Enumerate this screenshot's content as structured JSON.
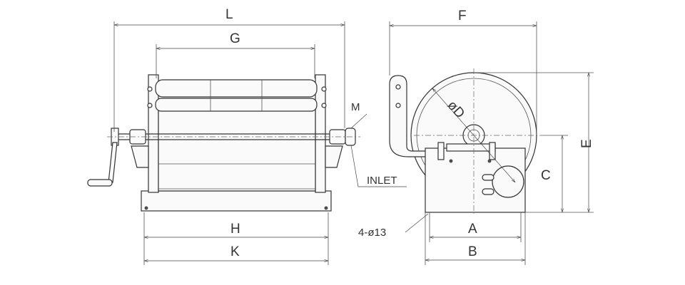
{
  "labels": {
    "L": "L",
    "G": "G",
    "H": "H",
    "K": "K",
    "M": "M",
    "inlet": "INLET",
    "F": "F",
    "D": "øD",
    "C": "C",
    "E": "E",
    "A": "A",
    "B": "B",
    "holes": "4-ø13"
  }
}
